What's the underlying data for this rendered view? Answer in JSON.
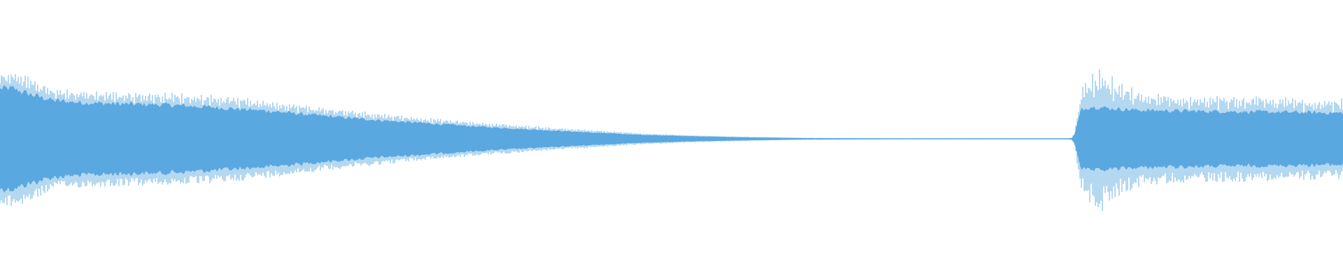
{
  "chart_data": {
    "type": "area",
    "title": "",
    "xlabel": "",
    "ylabel": "",
    "grid": false,
    "legend": "none",
    "xlim": [
      0,
      1
    ],
    "ylim": [
      -1,
      1
    ],
    "series": [
      {
        "color": "#5ba8e0",
        "envelope_peak": {
          "x": [
            0.0,
            0.01,
            0.02,
            0.04,
            0.06,
            0.09,
            0.12,
            0.16,
            0.2,
            0.24,
            0.28,
            0.32,
            0.36,
            0.4,
            0.44,
            0.48,
            0.52,
            0.56,
            0.6,
            0.66,
            0.72,
            0.78,
            0.795,
            0.798,
            0.8,
            0.805,
            0.812,
            0.82,
            0.83,
            0.85,
            0.88,
            0.92,
            0.96,
            1.0
          ],
          "amplitude": [
            0.98,
            0.98,
            0.93,
            0.72,
            0.7,
            0.68,
            0.67,
            0.64,
            0.56,
            0.46,
            0.38,
            0.3,
            0.24,
            0.18,
            0.13,
            0.08,
            0.05,
            0.03,
            0.015,
            0.01,
            0.01,
            0.01,
            0.01,
            0.02,
            0.1,
            0.72,
            0.95,
            1.1,
            0.85,
            0.68,
            0.63,
            0.62,
            0.6,
            0.58
          ]
        },
        "envelope_body": {
          "x": [
            0.0,
            0.01,
            0.02,
            0.04,
            0.06,
            0.09,
            0.12,
            0.16,
            0.2,
            0.24,
            0.28,
            0.32,
            0.36,
            0.4,
            0.44,
            0.48,
            0.52,
            0.56,
            0.6,
            0.66,
            0.72,
            0.78,
            0.795,
            0.798,
            0.8,
            0.805,
            0.812,
            0.82,
            0.83,
            0.85,
            0.88,
            0.92,
            0.96,
            1.0
          ],
          "amplitude": [
            0.72,
            0.72,
            0.65,
            0.55,
            0.52,
            0.5,
            0.49,
            0.45,
            0.4,
            0.33,
            0.27,
            0.22,
            0.17,
            0.13,
            0.09,
            0.055,
            0.035,
            0.02,
            0.01,
            0.006,
            0.006,
            0.006,
            0.006,
            0.01,
            0.06,
            0.42,
            0.46,
            0.45,
            0.43,
            0.41,
            0.4,
            0.39,
            0.38,
            0.37
          ]
        }
      }
    ]
  }
}
